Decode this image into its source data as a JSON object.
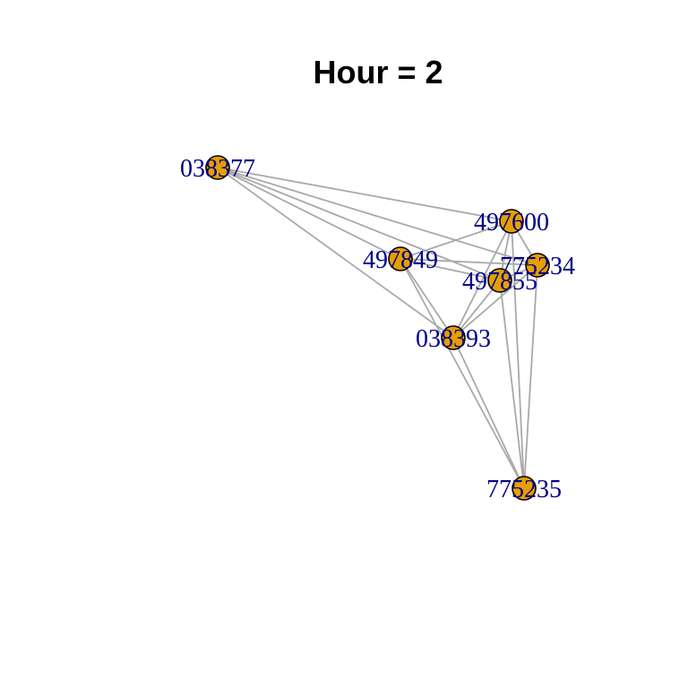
{
  "title": "Hour = 2",
  "colors": {
    "node_fill": "#E69F00",
    "node_stroke": "#000000",
    "edge": "#A9A9A9",
    "label": "#00008B"
  },
  "nodes": [
    {
      "id": "038377",
      "label": "038377"
    },
    {
      "id": "497600",
      "label": "497600"
    },
    {
      "id": "497849",
      "label": "497849"
    },
    {
      "id": "775234",
      "label": "775234"
    },
    {
      "id": "497855",
      "label": "497855"
    },
    {
      "id": "038393",
      "label": "038393"
    },
    {
      "id": "775235",
      "label": "775235"
    }
  ],
  "edges": [
    [
      "038377",
      "497600"
    ],
    [
      "038377",
      "497849"
    ],
    [
      "038377",
      "775234"
    ],
    [
      "038377",
      "497855"
    ],
    [
      "038377",
      "038393"
    ],
    [
      "497849",
      "497600"
    ],
    [
      "497849",
      "775234"
    ],
    [
      "497849",
      "497855"
    ],
    [
      "497849",
      "038393"
    ],
    [
      "497849",
      "775235"
    ],
    [
      "497600",
      "775234"
    ],
    [
      "497600",
      "497855"
    ],
    [
      "497600",
      "038393"
    ],
    [
      "497600",
      "775235"
    ],
    [
      "775234",
      "497855"
    ],
    [
      "775234",
      "038393"
    ],
    [
      "775234",
      "775235"
    ],
    [
      "497855",
      "038393"
    ],
    [
      "497855",
      "775235"
    ],
    [
      "038393",
      "775235"
    ]
  ]
}
